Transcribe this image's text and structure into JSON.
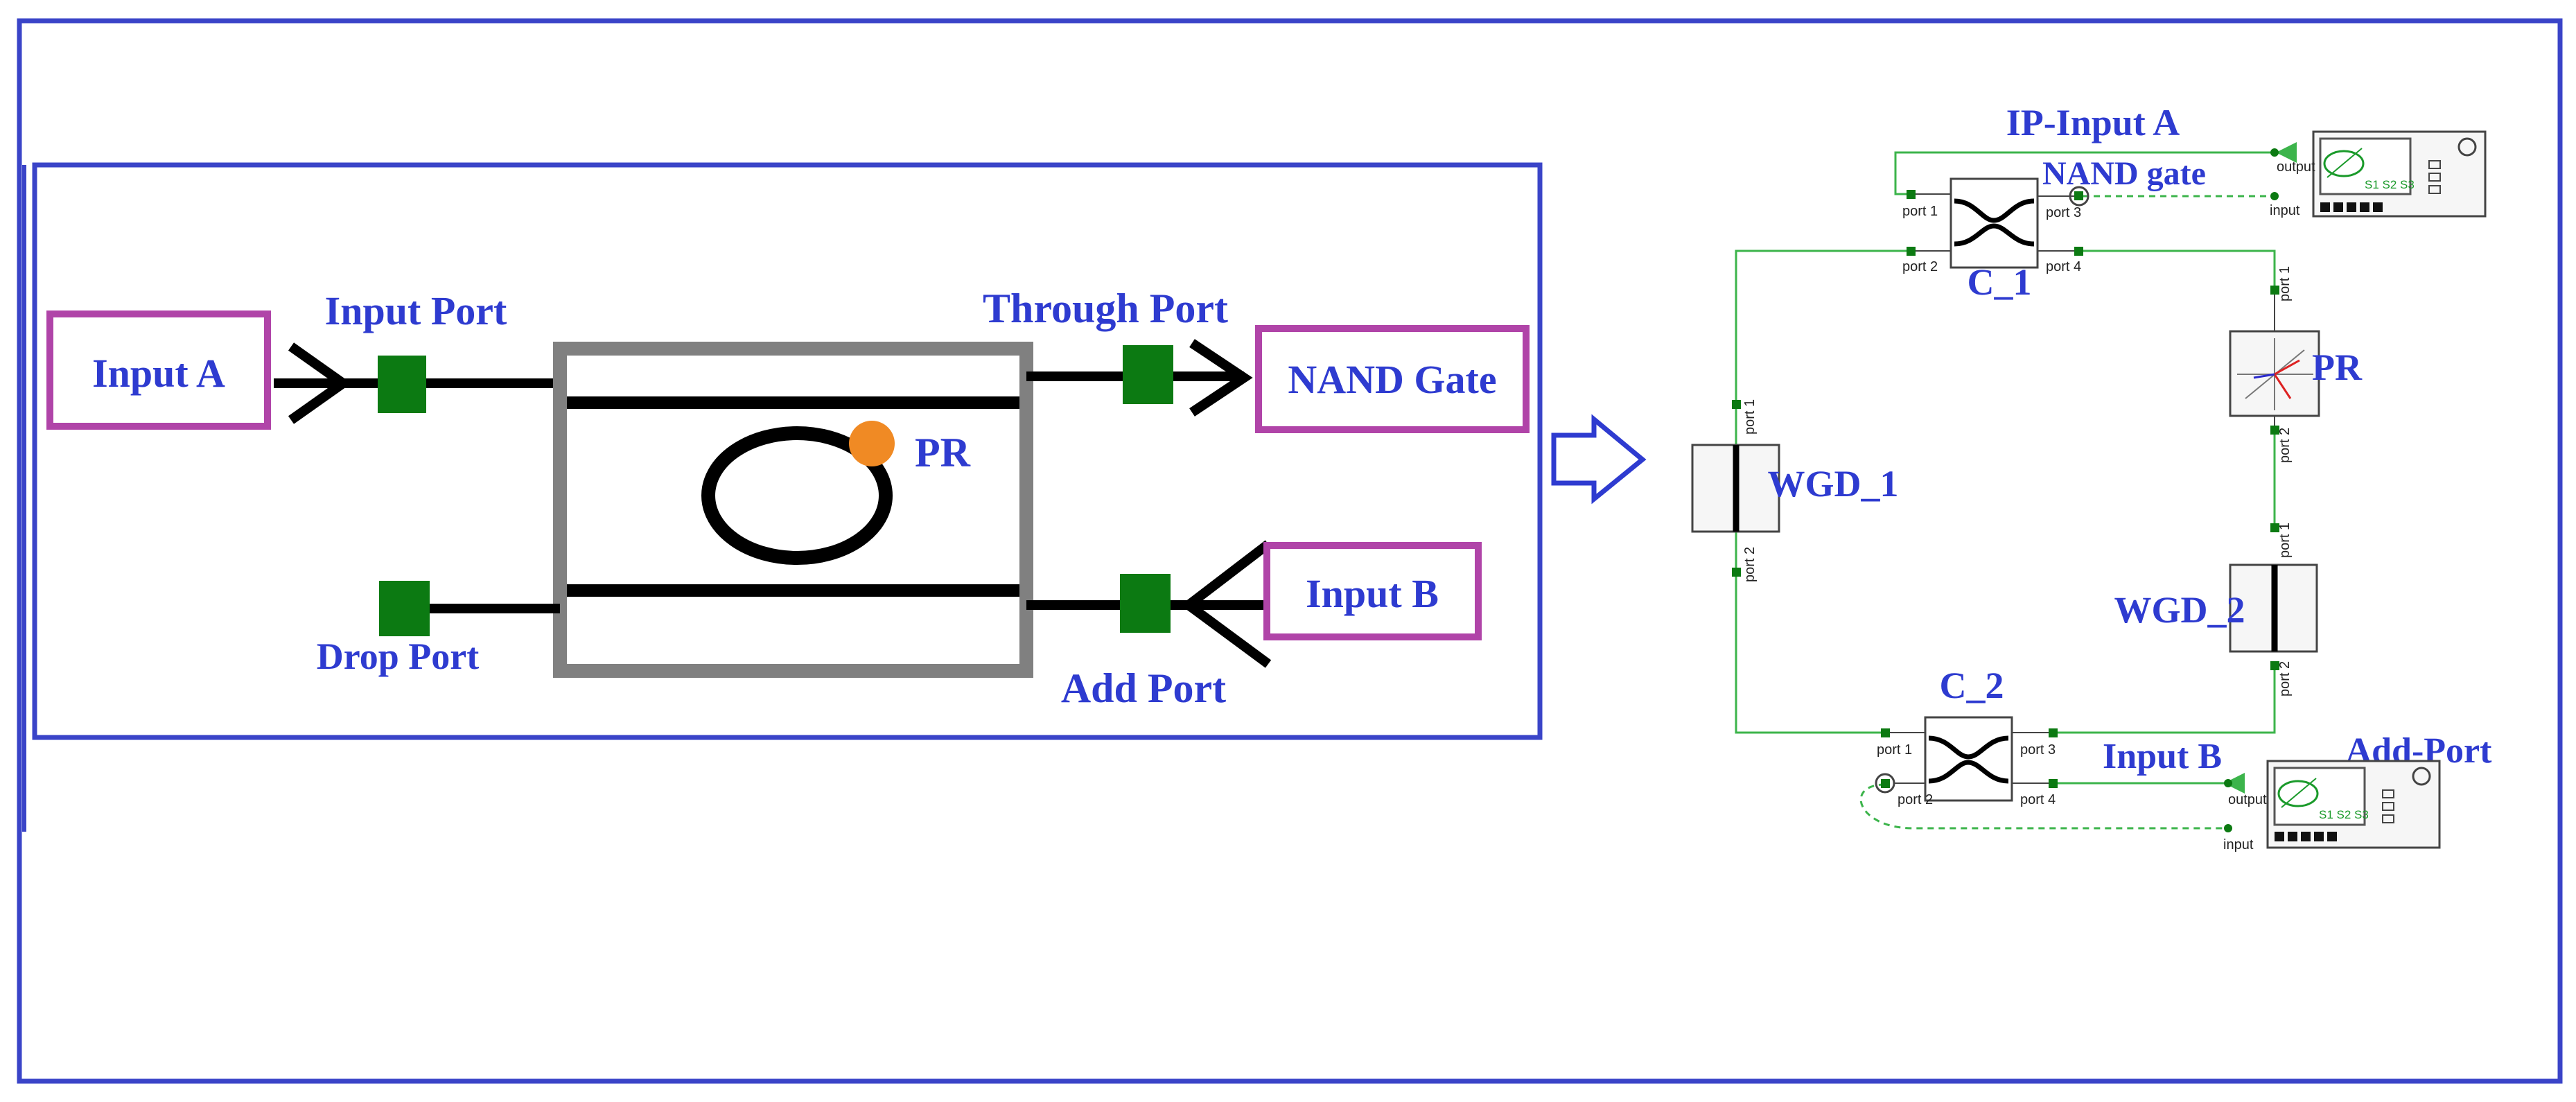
{
  "colors": {
    "frame_blue": "#3a44c8",
    "label_blue": "#2e3bd0",
    "port_green": "#0c7a12",
    "box_magenta": "#b044a8",
    "ring_gray": "#808080",
    "pr_orange": "#f08a24",
    "wire_green": "#3cb44b"
  },
  "left_schematic": {
    "input_a": "Input A",
    "input_port": "Input Port",
    "through_port": "Through Port",
    "nand_gate": "NAND Gate",
    "pr": "PR",
    "drop_port": "Drop Port",
    "add_port": "Add Port",
    "input_b": "Input B"
  },
  "arrow_icon": "hollow-right-arrow-icon",
  "right_circuit": {
    "ip_input_a": "IP-Input A",
    "nand_gate": "NAND gate",
    "c1": "C_1",
    "c2": "C_2",
    "pr": "PR",
    "wgd1": "WGD_1",
    "wgd2": "WGD_2",
    "input_b": "Input B",
    "add_port": "Add-Port",
    "port1": "port 1",
    "port2": "port 2",
    "port3": "port 3",
    "port4": "port 4",
    "output": "output",
    "input": "input",
    "analyzer_channels": "S1 S2 S3"
  }
}
